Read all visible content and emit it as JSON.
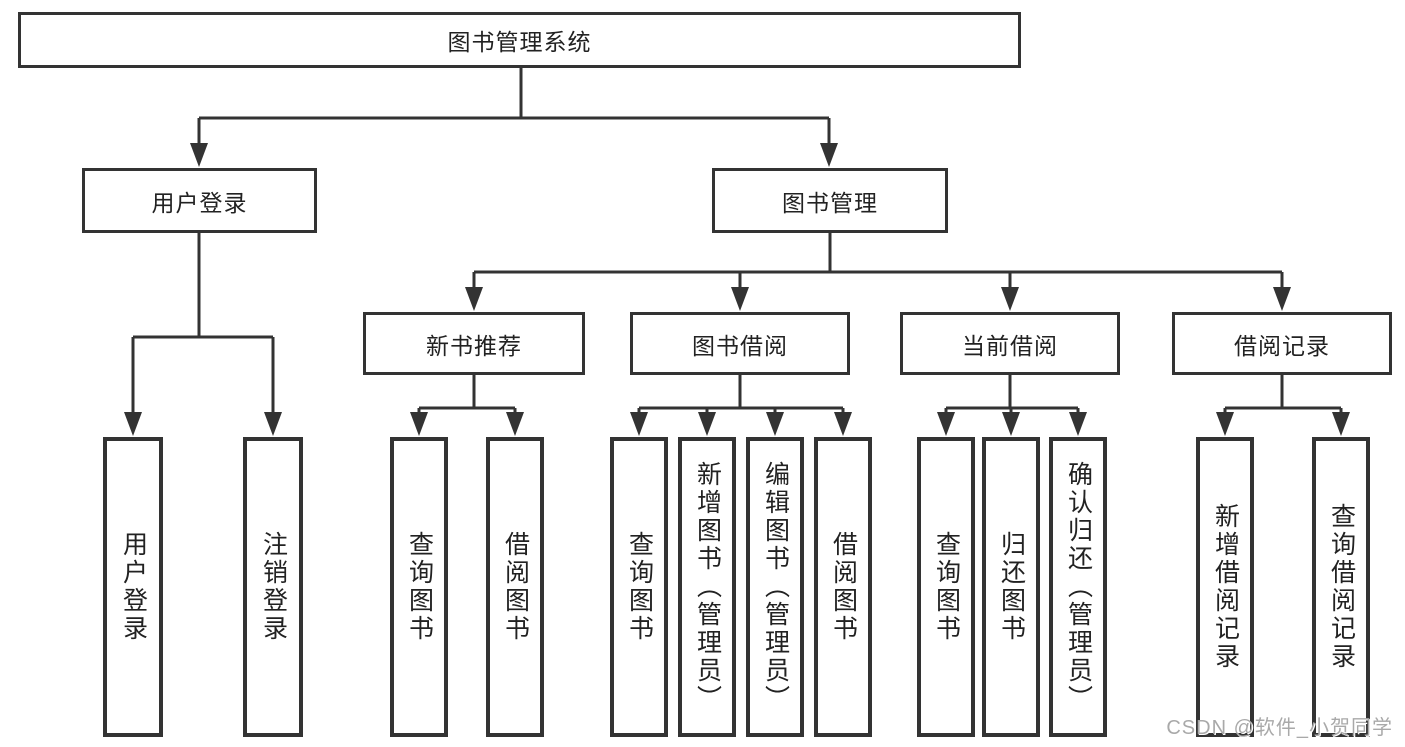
{
  "nodes": {
    "root": "图书管理系统",
    "login": "用户登录",
    "manage": "图书管理",
    "manage_children": [
      "新书推荐",
      "图书借阅",
      "当前借阅",
      "借阅记录"
    ],
    "login_children": [
      "用户登录",
      "注销登录"
    ],
    "recommend_children": [
      "查询图书",
      "借阅图书"
    ],
    "borrow_children": [
      "查询图书",
      "新增图书（管理员）",
      "编辑图书（管理员）",
      "借阅图书"
    ],
    "current_children": [
      "查询图书",
      "归还图书",
      "确认归还（管理员）"
    ],
    "record_children": [
      "新增借阅记录",
      "查询借阅记录"
    ]
  },
  "watermark": "CSDN @软件_小贺同学",
  "colors": {
    "line": "#333333",
    "text": "#222222",
    "background": "#ffffff",
    "watermark": "#a9a9a9"
  }
}
